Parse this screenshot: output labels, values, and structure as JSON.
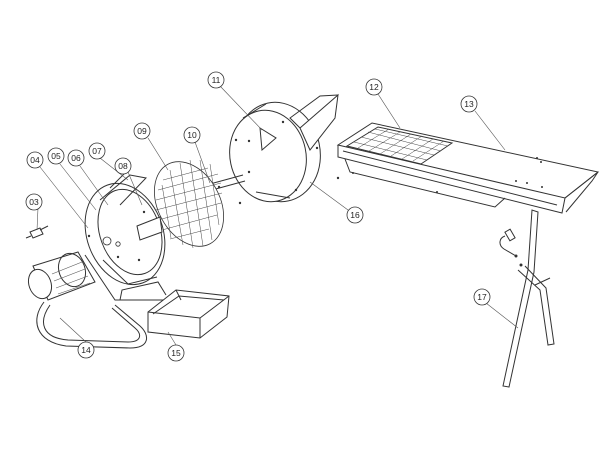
{
  "diagram": {
    "callouts": [
      {
        "id": "c01",
        "label": "03"
      },
      {
        "id": "c02",
        "label": "04"
      },
      {
        "id": "c03",
        "label": "05"
      },
      {
        "id": "c04",
        "label": "06"
      },
      {
        "id": "c05",
        "label": "07"
      },
      {
        "id": "c06",
        "label": "08"
      },
      {
        "id": "c07",
        "label": "09"
      },
      {
        "id": "c08",
        "label": "10"
      },
      {
        "id": "c09",
        "label": "11"
      },
      {
        "id": "c10",
        "label": "12"
      },
      {
        "id": "c11",
        "label": "13"
      },
      {
        "id": "c12",
        "label": "14"
      },
      {
        "id": "c13",
        "label": "15"
      },
      {
        "id": "c14",
        "label": "16"
      },
      {
        "id": "c15",
        "label": "17"
      }
    ]
  }
}
